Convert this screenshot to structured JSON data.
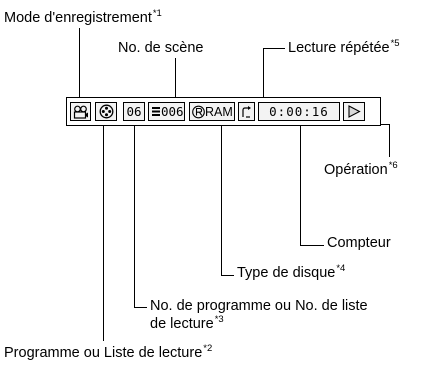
{
  "labels": {
    "mode": "Mode d'enregistrement",
    "mode_note": "*1",
    "scene": "No. de scène",
    "repeat": "Lecture répétée",
    "repeat_note": "*5",
    "operation": "Opération",
    "operation_note": "*6",
    "counter": "Compteur",
    "disc_type": "Type de disque",
    "disc_type_note": "*4",
    "prog_no_line1": "No. de programme ou No. de liste",
    "prog_no_line2": "de lecture",
    "prog_no_note": "*3",
    "prog_list": "Programme ou Liste de lecture",
    "prog_list_note": "*2"
  },
  "display": {
    "program_number": "06",
    "scene_number": "006",
    "disc_label": "RAM",
    "counter_value": "0:00:16"
  },
  "icons": {
    "record_mode": "camera-icon",
    "program": "program-reel-icon",
    "scene": "scene-bars-icon",
    "disc": "disc-r-icon",
    "repeat": "repeat-arrow-icon",
    "operation": "play-triangle-icon"
  }
}
